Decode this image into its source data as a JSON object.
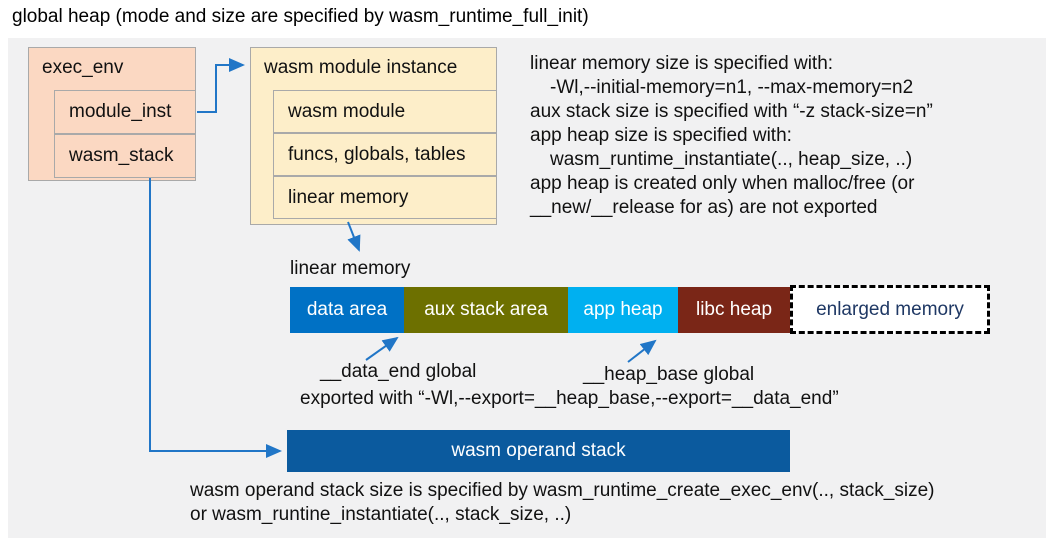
{
  "title": "global heap (mode and size are specified by wasm_runtime_full_init)",
  "exec_env_box": {
    "title": "exec_env",
    "rows": [
      "module_inst",
      "wasm_stack"
    ]
  },
  "module_instance_box": {
    "title": "wasm module instance",
    "rows": [
      "wasm module",
      "funcs, globals, tables",
      "linear memory"
    ]
  },
  "right_notes": {
    "lines": [
      "linear memory size is specified with:",
      "-Wl,--initial-memory=n1, --max-memory=n2",
      "aux stack size is specified with “-z stack-size=n”",
      "app heap size is specified with:",
      "wasm_runtime_instantiate(.., heap_size, ..)",
      "app heap is created only when malloc/free (or",
      "__new/__release for as) are not exported"
    ]
  },
  "linear_memory": {
    "label": "linear memory",
    "segments": [
      {
        "label": "data area",
        "color": "#0071c5"
      },
      {
        "label": "aux stack area",
        "color": "#6d7000"
      },
      {
        "label": "app heap",
        "color": "#00b0f0"
      },
      {
        "label": "libc heap",
        "color": "#7a2617"
      },
      {
        "label": "enlarged memory",
        "color": "#ffffff",
        "text_color": "#1f3864",
        "border_style": "dashed"
      }
    ],
    "data_end_label": "__data_end global",
    "heap_base_label": "__heap_base global",
    "export_note": "exported with “-Wl,--export=__heap_base,--export=__data_end”"
  },
  "operand_stack": {
    "label": "wasm operand stack",
    "color": "#0b5a9e"
  },
  "footer": {
    "lines": [
      "wasm operand stack size is specified by wasm_runtime_create_exec_env(.., stack_size)",
      "or wasm_runtine_instantiate(.., stack_size, ..)"
    ]
  },
  "colors": {
    "panel_background": "#f1f1f2",
    "struct_pink": "#fbd8c2",
    "struct_cream": "#fdeec9",
    "box_border": "#a9a9a9",
    "arrow_blue": "#2176c7"
  }
}
